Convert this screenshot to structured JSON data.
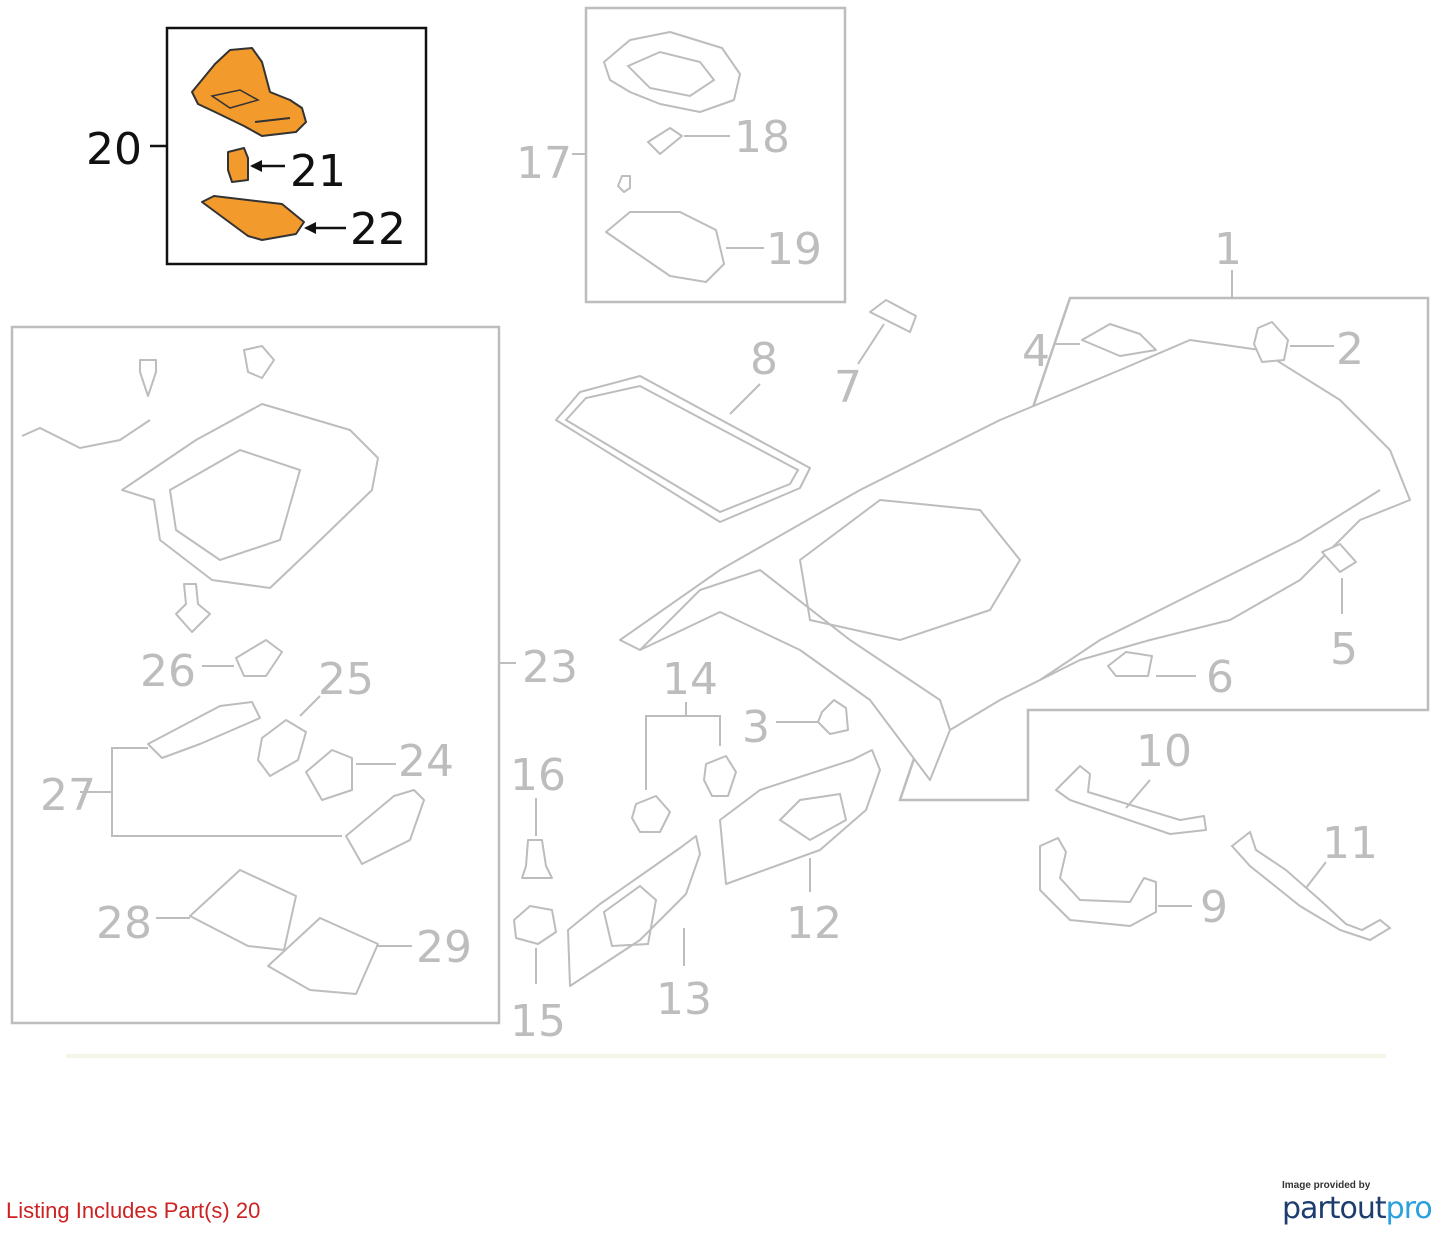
{
  "highlighted_callouts": [
    "20",
    "21",
    "22"
  ],
  "callouts": {
    "c1": "1",
    "c2": "2",
    "c3": "3",
    "c4": "4",
    "c5": "5",
    "c6": "6",
    "c7": "7",
    "c8": "8",
    "c9": "9",
    "c10": "10",
    "c11": "11",
    "c12": "12",
    "c13": "13",
    "c14": "14",
    "c15": "15",
    "c16": "16",
    "c17": "17",
    "c18": "18",
    "c19": "19",
    "c20": "20",
    "c21": "21",
    "c22": "22",
    "c23": "23",
    "c24": "24",
    "c25": "25",
    "c26": "26",
    "c27": "27",
    "c28": "28",
    "c29": "29"
  },
  "colors": {
    "highlight": "#f39a2c",
    "line_gray": "#bdbdbd",
    "note_red": "#cc2222"
  },
  "footer": {
    "listing_note": "Listing Includes Part(s) 20",
    "provider_caption": "Image provided by",
    "provider_logo_main": "partout",
    "provider_logo_accent": "pro"
  }
}
